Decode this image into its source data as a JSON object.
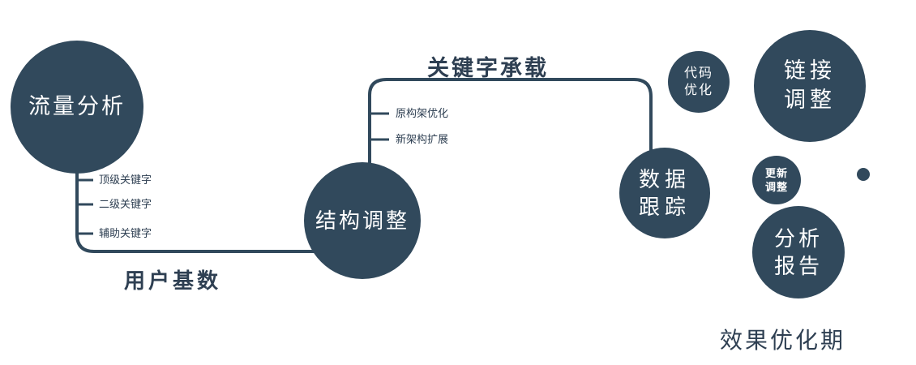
{
  "colors": {
    "primary": "#31495c",
    "text_dark": "#2e3f52",
    "background": "#ffffff"
  },
  "nodes": {
    "traffic": {
      "label": "流量分析"
    },
    "structure": {
      "label": "结构调整"
    },
    "tracking": {
      "line1": "数据",
      "line2": "跟踪"
    },
    "code": {
      "line1": "代码",
      "line2": "优化"
    },
    "link": {
      "line1": "链接",
      "line2": "调整"
    },
    "update": {
      "line1": "更新",
      "line2": "调整"
    },
    "report": {
      "line1": "分析",
      "line2": "报告"
    }
  },
  "edge_labels": {
    "user_base": "用户基数",
    "keyword_carry": "关键字承载"
  },
  "ticks_left": [
    "顶级关键字",
    "二级关键字",
    "辅助关键字"
  ],
  "ticks_mid": [
    "原构架优化",
    "新架构扩展"
  ],
  "caption": "效果优化期"
}
